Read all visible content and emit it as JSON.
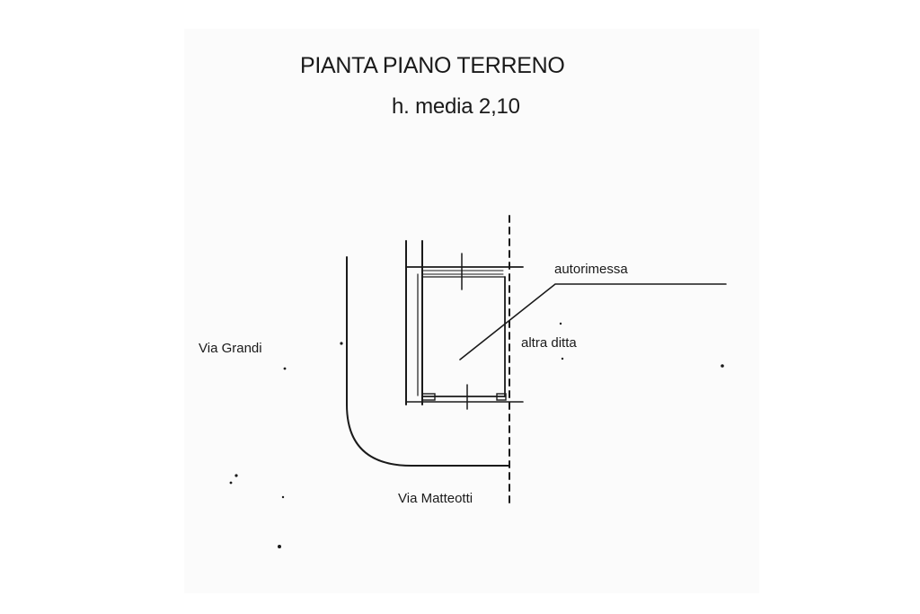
{
  "plan": {
    "title": "PIANTA PIANO TERRENO",
    "subtitle": "h. media 2,10",
    "labels": {
      "garage": "autorimessa",
      "adjacent_property": "altra ditta",
      "street_west": "Via Grandi",
      "street_south": "Via Matteotti"
    }
  },
  "colors": {
    "ink": "#1a1a1a",
    "paper": "#fbfbfb",
    "background": "#ffffff"
  }
}
